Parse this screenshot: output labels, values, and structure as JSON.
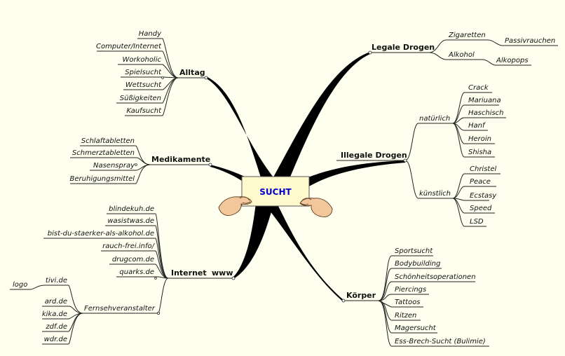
{
  "colors": {
    "background": "#fffff0",
    "center_fill": "#fffacd",
    "center_text": "#0000cc",
    "ink": "#111111"
  },
  "center": {
    "label": "SUCHT"
  },
  "branches": {
    "alltag": {
      "label": "Alltag",
      "items": [
        "Handy",
        "Computer/Internet",
        "Workoholic",
        "Spielsucht",
        "Wettsucht",
        "Süßigkeiten",
        "Kaufsucht"
      ]
    },
    "medikamente": {
      "label": "Medikamente",
      "items": [
        "Schlaftabletten",
        "Schmerztabletten",
        "Nasenspray",
        "Beruhigungsmittel"
      ]
    },
    "internet": {
      "label": "Internet",
      "extra": "www",
      "items": [
        "blindekuh.de",
        "wasistwas.de",
        "bist-du-staerker-als-alkohol.de",
        "rauch-frei.info/",
        "drugcom.de",
        "quarks.de"
      ],
      "fernsehen": {
        "label": "Fernsehveranstalter",
        "items": [
          "tivi.de",
          "ard.de",
          "kika.de",
          "zdf.de",
          "wdr.de"
        ],
        "tivi_child": "logo"
      }
    },
    "legal": {
      "label": "Legale Drogen",
      "zigaretten": "Zigaretten",
      "passiv": "Passivrauchen",
      "alkohol": "Alkohol",
      "alkopops": "Alkopops"
    },
    "illegal": {
      "label": "Illegale Drogen",
      "natuerlich": {
        "label": "natürlich",
        "items": [
          "Crack",
          "Mariuana",
          "Haschisch",
          "Hanf",
          "Heroin",
          "Shisha"
        ]
      },
      "kuenstlich": {
        "label": "künstlich",
        "items": [
          "Christel",
          "Peace",
          "Ecstasy",
          "Speed",
          "LSD"
        ]
      }
    },
    "koerper": {
      "label": "Körper",
      "items": [
        "Sportsucht",
        "Bodybuilding",
        "Schönheitsoperationen",
        "Piercings",
        "Tattoos",
        "Ritzen",
        "Magersucht",
        "Ess-Brech-Sucht (Bulimie)"
      ]
    }
  }
}
